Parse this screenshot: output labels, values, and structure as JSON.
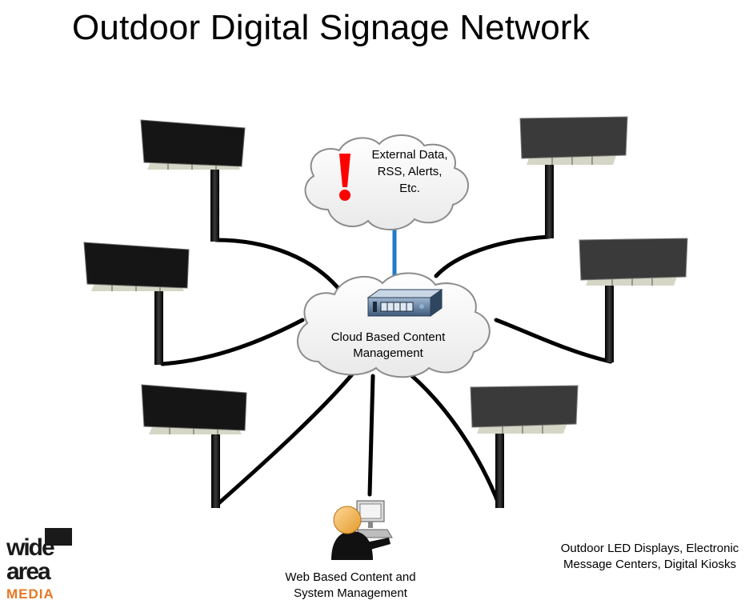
{
  "title": "Outdoor Digital Signage Network",
  "external_data": {
    "lines": [
      "External Data,",
      "RSS, Alerts,",
      "Etc."
    ]
  },
  "content_cloud": {
    "lines": [
      "Cloud Based Content",
      "Management"
    ]
  },
  "web_management": {
    "lines": [
      "Web Based Content and",
      "System Management"
    ]
  },
  "displays_note": {
    "lines": [
      "Outdoor LED Displays, Electronic",
      "Message Centers, Digital Kiosks"
    ]
  },
  "logo": {
    "text": "wide area MEDIA"
  },
  "colors": {
    "uplink_line": "#1f7bc8",
    "connection_line": "#000000",
    "alert": "#ff0000",
    "logo_accent": "#e87722",
    "cloud_fill": "#ffffff",
    "cloud_stroke": "#8c8c8c"
  }
}
